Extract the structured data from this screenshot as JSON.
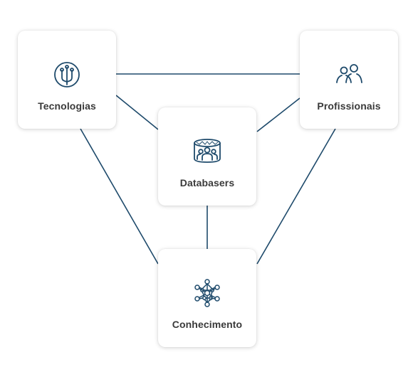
{
  "colors": {
    "accent": "#1e4a6b",
    "card_background": "#ffffff",
    "label_text": "#3a3a3a"
  },
  "nodes": {
    "tecnologias": {
      "label": "Tecnologias",
      "icon": "circuit-tree-icon"
    },
    "profissionais": {
      "label": "Profissionais",
      "icon": "people-icon"
    },
    "databasers": {
      "label": "Databasers",
      "icon": "database-people-icon"
    },
    "conhecimento": {
      "label": "Conhecimento",
      "icon": "network-sphere-icon"
    }
  },
  "edges": [
    {
      "from": "Tecnologias",
      "to": "Profissionais"
    },
    {
      "from": "Tecnologias",
      "to": "Databasers"
    },
    {
      "from": "Profissionais",
      "to": "Databasers"
    },
    {
      "from": "Tecnologias",
      "to": "Conhecimento"
    },
    {
      "from": "Profissionais",
      "to": "Conhecimento"
    },
    {
      "from": "Databasers",
      "to": "Conhecimento"
    }
  ]
}
